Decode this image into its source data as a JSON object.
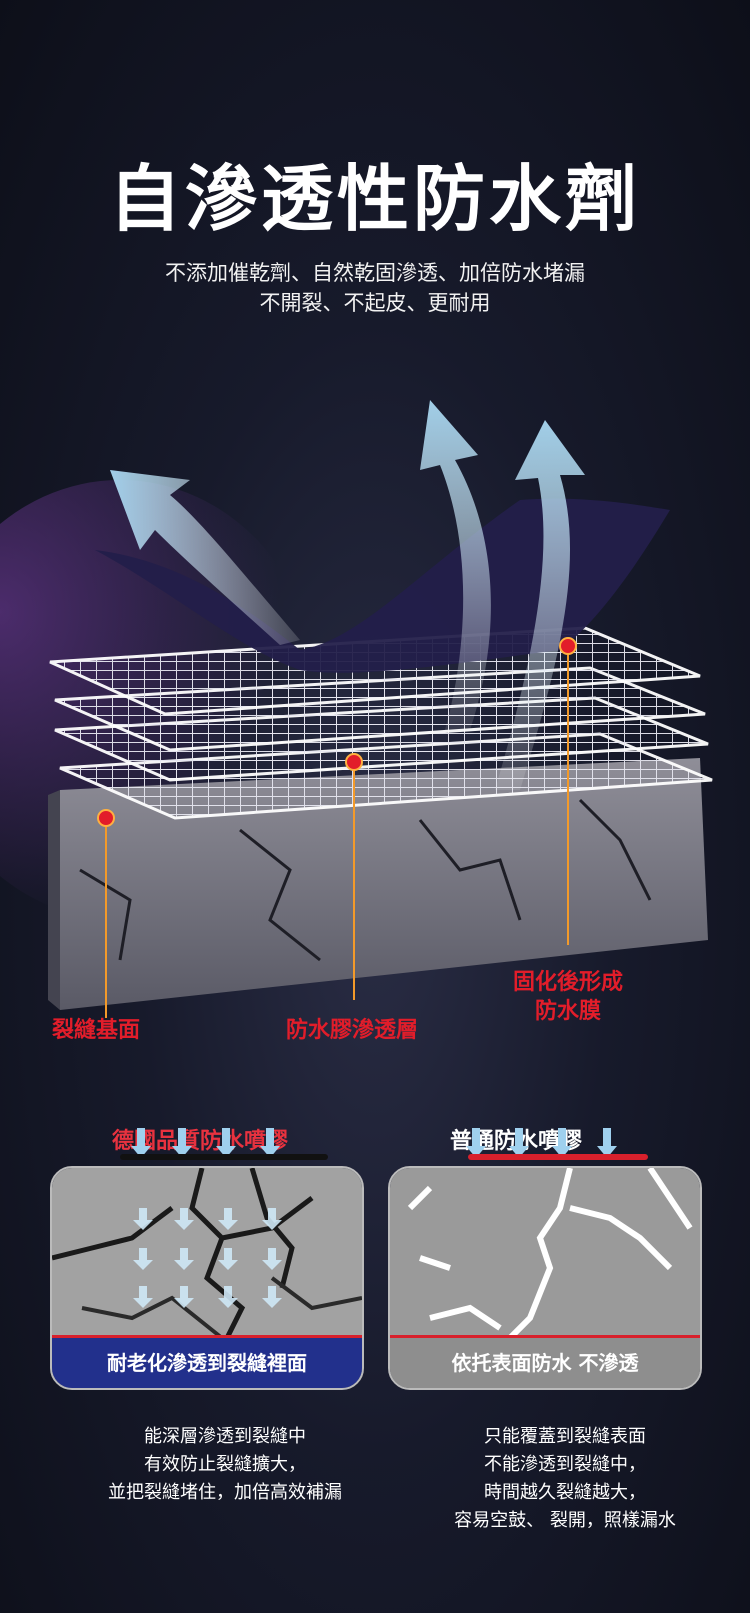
{
  "header": {
    "title": "自滲透性防水劑",
    "subtitle_lines": [
      "不添加催乾劑、自然乾固滲透、加倍防水堵漏",
      "不開裂、不起皮、更耐用"
    ]
  },
  "callouts": {
    "crack_base": "裂縫基面",
    "penetration_layer": "防水膠滲透層",
    "film_line1": "固化後形成",
    "film_line2": "防水膜"
  },
  "comparison": {
    "left": {
      "heading": "德國品質防水噴膠",
      "caption": "耐老化滲透到裂縫裡面",
      "desc_lines": [
        "能深層滲透到裂縫中",
        "有效防止裂縫擴大，",
        "並把裂縫堵住，加倍高效補漏"
      ]
    },
    "right": {
      "heading": "普通防水噴膠",
      "caption": "依托表面防水 不滲透",
      "desc_lines": [
        "只能覆蓋到裂縫表面",
        "不能滲透到裂縫中，",
        "時間越久裂縫越大，",
        "容易空鼓、 裂開，照樣漏水"
      ]
    }
  },
  "colors": {
    "accent_red": "#e21d2a",
    "heading_red": "#e8323f",
    "left_caption_bg": "#22308c",
    "right_caption_bg": "#8e8e8e",
    "arrow_blue": "#9fd0ee"
  }
}
